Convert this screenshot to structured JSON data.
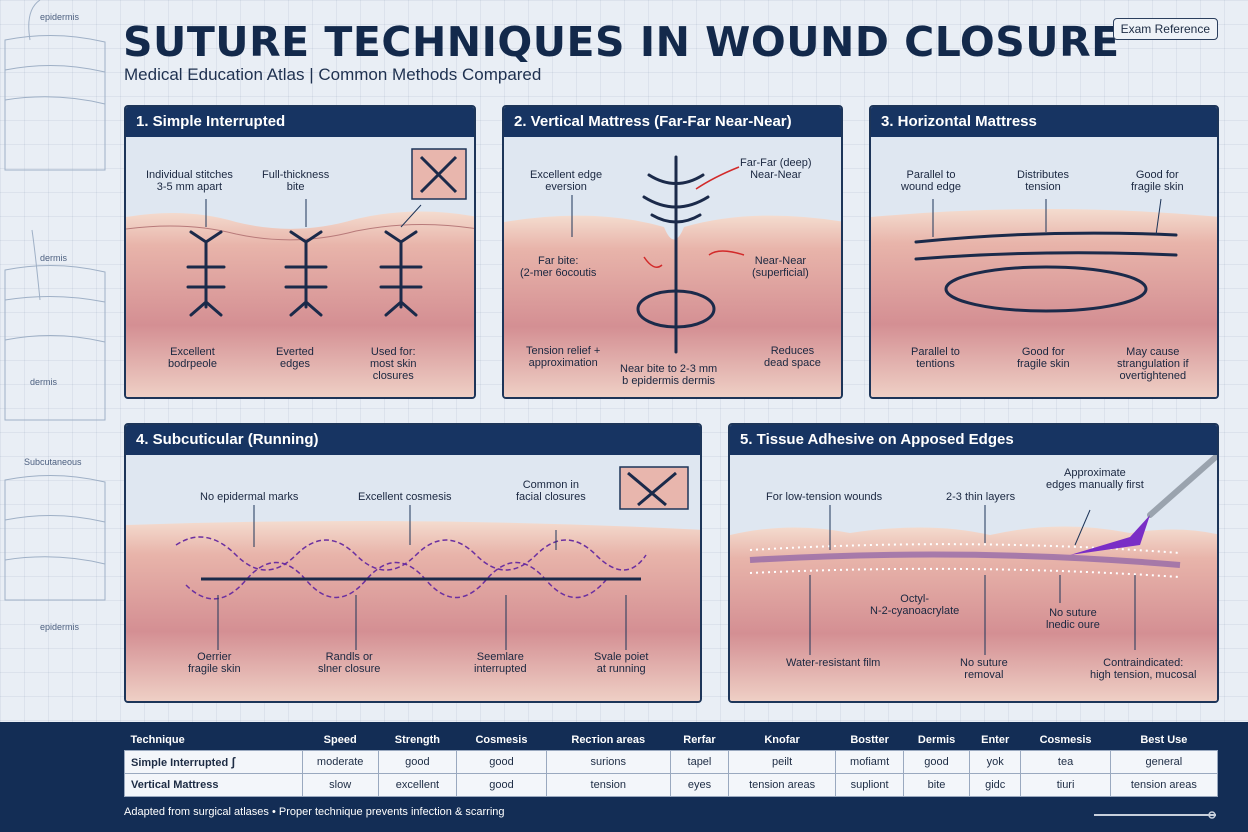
{
  "header": {
    "title": "Suture Techniques in Wound Closure",
    "subtitle": "Medical Education Atlas | Common Methods Compared",
    "badge": "Exam Reference"
  },
  "side_labels": [
    "epidermis",
    "dermis",
    "dermis",
    "Subcutaneous",
    "epidermis"
  ],
  "panels": {
    "p1": {
      "title": "1. Simple Interrupted",
      "labels": [
        "Individual stitches\n3-5 mm apart",
        "Full-thickness\nbite",
        "Excellent\nbodrpeole",
        "Everted\nedges",
        "Used for:\nmost skin\nclosures"
      ]
    },
    "p2": {
      "title": "2. Vertical Mattress (Far-Far Near-Near)",
      "labels": [
        "Excellent edge\neversion",
        "Far-Far (deep)\nNear-Near",
        "Far bite:\n(2-mer 6ocoutis",
        "Near-Near\n(superficial)",
        "Tension relief +\napproximation",
        "Reduces\ndead space",
        "Near bite to 2-3 mm\nb epidermis dermis"
      ]
    },
    "p3": {
      "title": "3. Horizontal Mattress",
      "labels": [
        "Parallel to\nwound edge",
        "Distributes\ntension",
        "Good for\nfragile skin",
        "Parallel to\ntentions",
        "Good for\nfragile skin",
        "May cause\nstrangulation if\novertightened"
      ]
    },
    "p4": {
      "title": "4. Subcuticular (Running)",
      "labels": [
        "No epidermal marks",
        "Excellent cosmesis",
        "Common in\nfacial closures",
        "Oerrier\nfragile skin",
        "Randls or\nslner closure",
        "Seemlare\ninterrupted",
        "Svale poiet\nat running"
      ]
    },
    "p5": {
      "title": "5. Tissue Adhesive on Apposed Edges",
      "labels": [
        "For low-tension wounds",
        "2-3 thin layers",
        "Approximate\nedges manually first",
        "Octyl-\nN-2-cyanoacrylate",
        "No suture\nlnedic oure",
        "Water-resistant film",
        "No suture\nremoval",
        "Contraindicated:\nhigh tension, mucosal"
      ]
    }
  },
  "colors": {
    "navy": "#173462",
    "suture": "#1b2a4a",
    "skin_top": "#f2d2c6",
    "skin_mid": "#d9959a",
    "purple": "#6b2fa0",
    "arrow_red": "#d22a2a"
  },
  "table": {
    "headers": [
      "Technique",
      "Speed",
      "Strength",
      "Cosmesis",
      "Rестion areas",
      "Rerfar",
      "Knofar",
      "Bostter",
      "Dermis",
      "Enter",
      "Cosmesis",
      "Best Use"
    ],
    "rows": [
      [
        "Simple Interrupted",
        "moderate",
        "good",
        "good",
        "surions",
        "tapel",
        "peilt",
        "mofiamt",
        "good",
        "yok",
        "tea",
        "general"
      ],
      [
        "Vertical Mattress",
        "slow",
        "excellent",
        "good",
        "tension",
        "eyes",
        "tension areas",
        "supliont",
        "bite",
        "gidc",
        "tiuri",
        "tension areas"
      ]
    ]
  },
  "footnote": "Adapted from surgical atlases • Proper technique prevents infection & scarring"
}
